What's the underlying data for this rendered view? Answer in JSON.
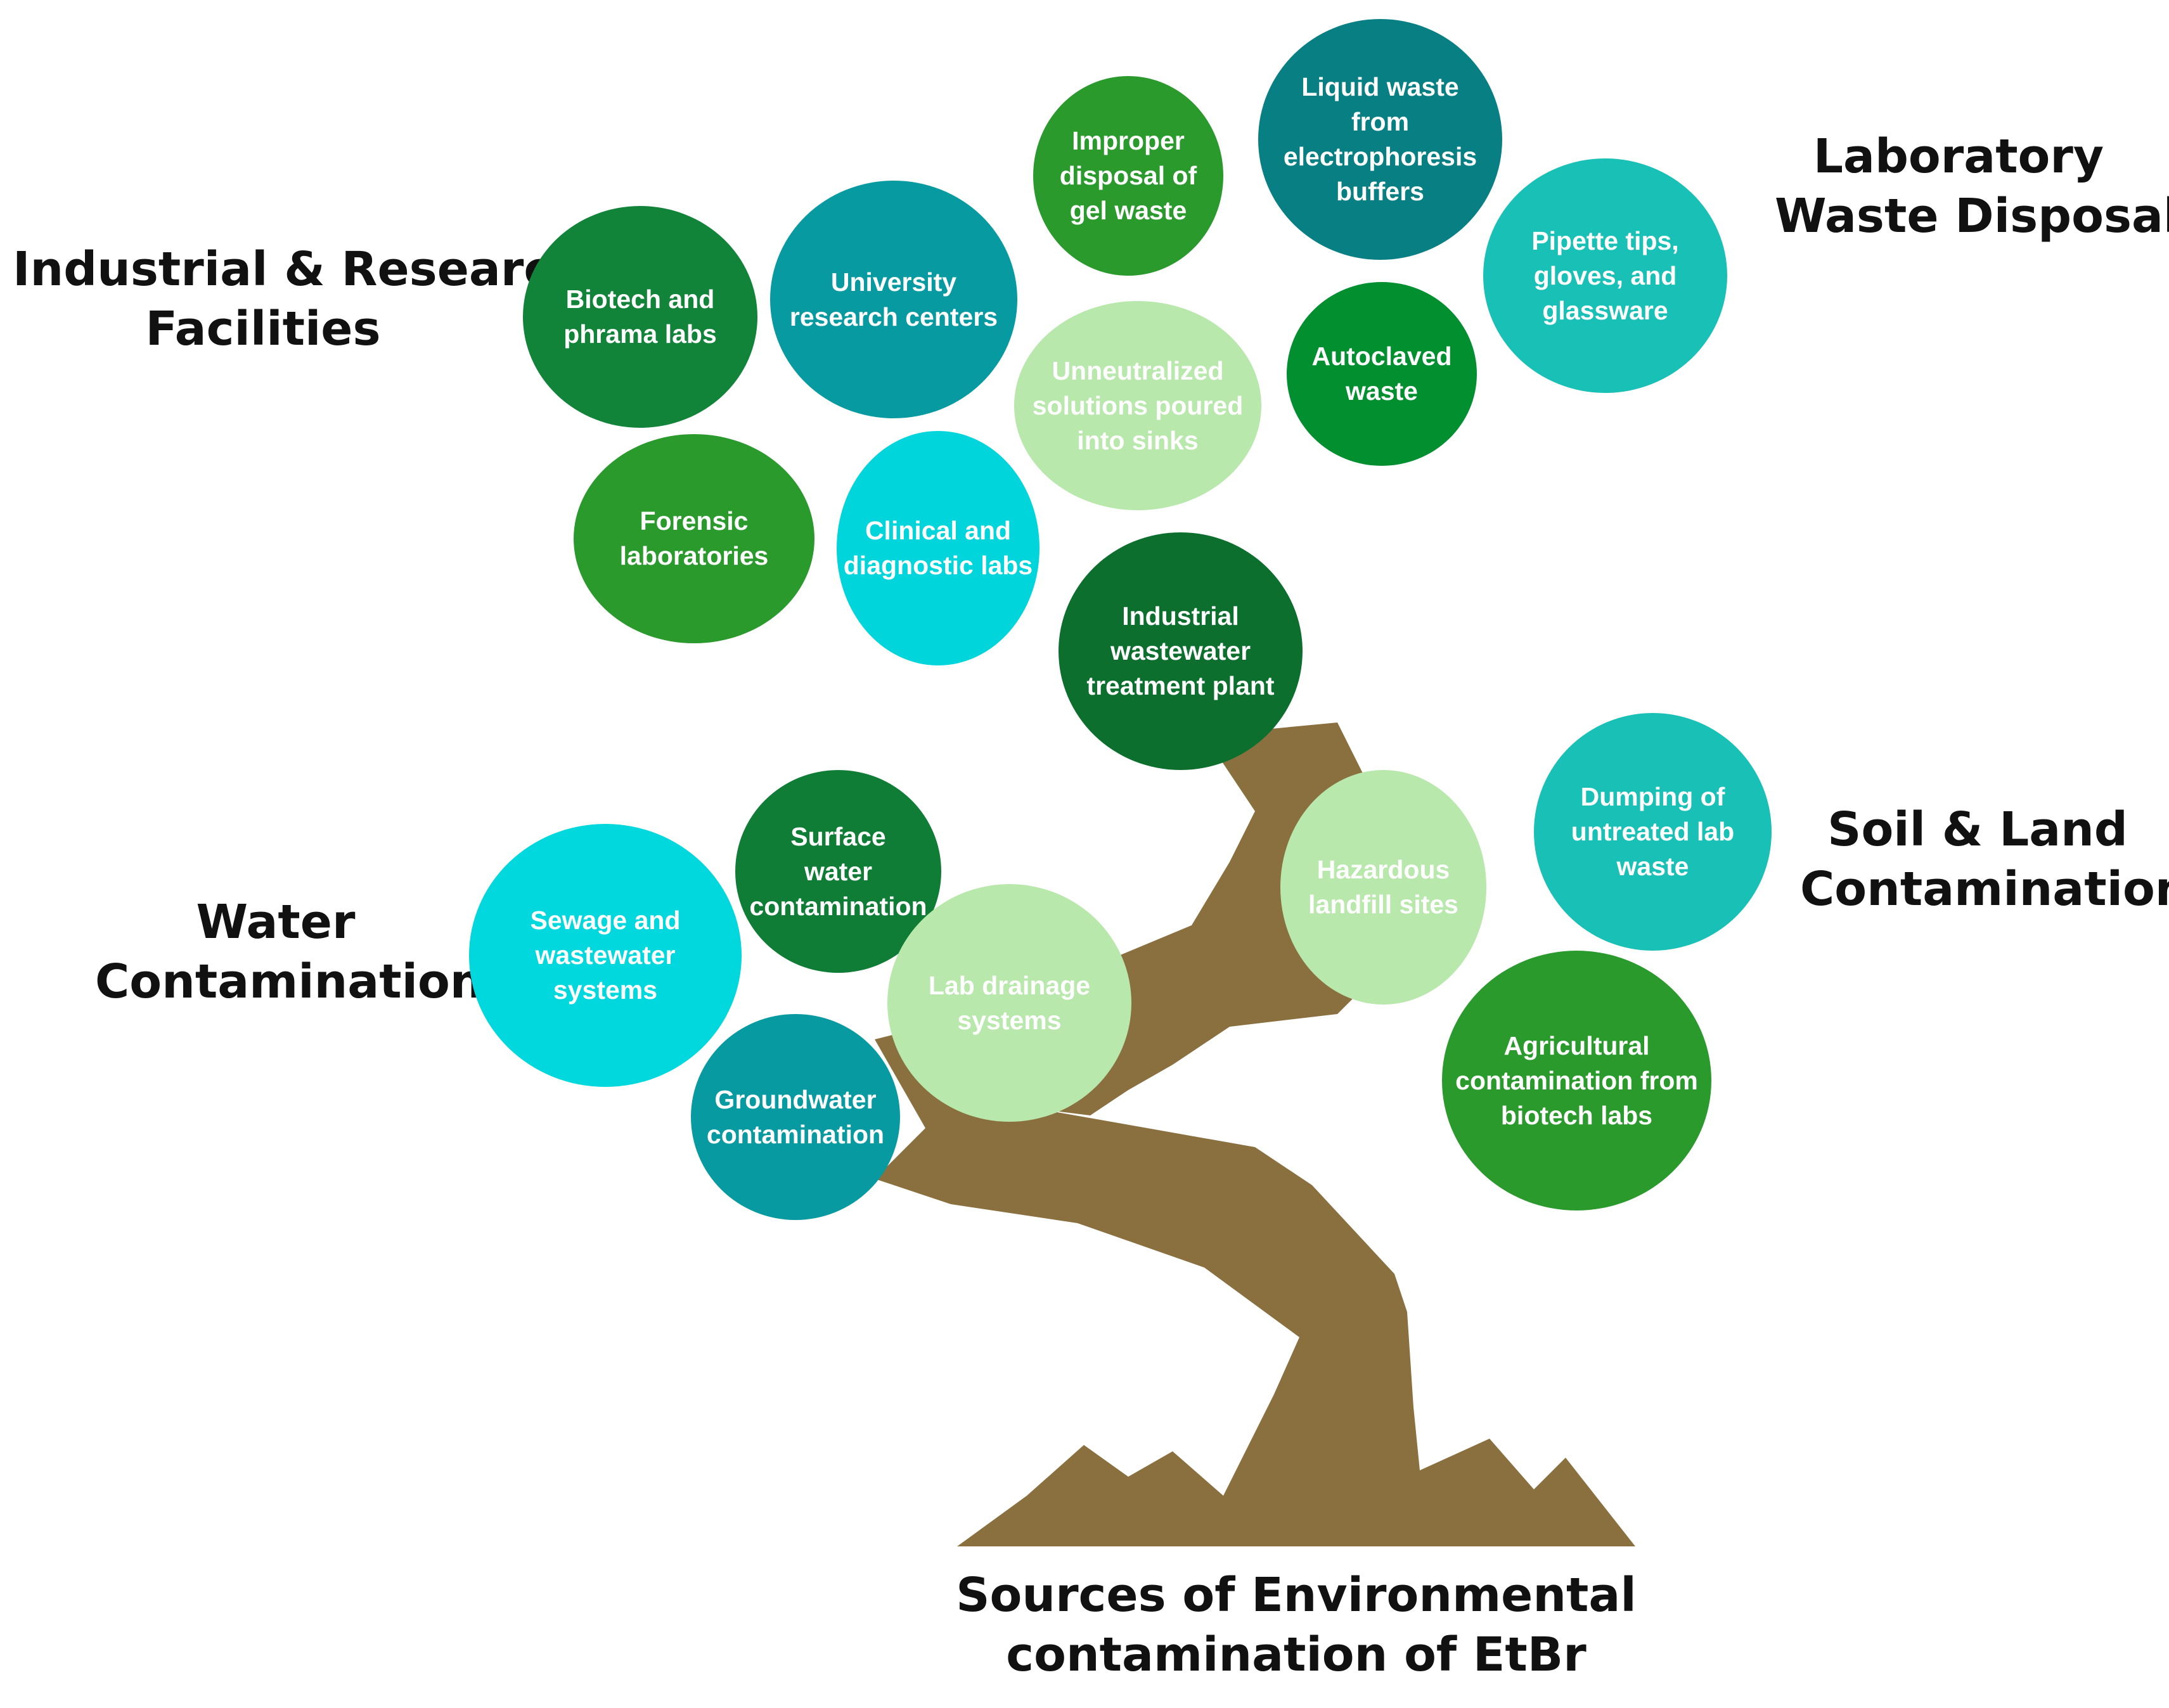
{
  "colors": {
    "trunk": "#8a703f",
    "dark_green": "#0f7d36",
    "green": "#2a9a2c",
    "teal": "#069aa0",
    "dark_teal": "#087f82",
    "light_teal": "#19c0b5",
    "cyan": "#00d8dd",
    "pale_green": "#b8e8ab"
  },
  "title": [
    "Sources of Environmental",
    "contamination of EtBr"
  ],
  "groups": {
    "industrial": [
      "Industrial & Research",
      "Facilities"
    ],
    "laboratory": [
      "Laboratory",
      "Waste Disposal"
    ],
    "water": [
      "Water",
      "Contamination"
    ],
    "soil": [
      "Soil & Land",
      "Contamination"
    ]
  },
  "leaves": [
    {
      "id": "biotech",
      "lines": [
        "Biotech and",
        "phrama labs"
      ],
      "color": "#12843a"
    },
    {
      "id": "university",
      "lines": [
        "University",
        "research centers"
      ],
      "color": "#089aa1"
    },
    {
      "id": "forensic",
      "lines": [
        "Forensic",
        "laboratories"
      ],
      "color": "#2a9a2c"
    },
    {
      "id": "clinical",
      "lines": [
        "Clinical and",
        "diagnostic labs"
      ],
      "color": "#00d5dc"
    },
    {
      "id": "improper",
      "lines": [
        "Improper",
        "disposal of",
        "gel waste"
      ],
      "color": "#2a9a2c"
    },
    {
      "id": "liquid",
      "lines": [
        "Liquid waste",
        "from",
        "electrophoresis",
        "buffers"
      ],
      "color": "#087f82"
    },
    {
      "id": "pipette",
      "lines": [
        "Pipette tips,",
        "gloves, and",
        "glassware"
      ],
      "color": "#19c0b5"
    },
    {
      "id": "unneutralized",
      "lines": [
        "Unneutralized",
        "solutions poured",
        "into sinks"
      ],
      "color": "#b8e8ab"
    },
    {
      "id": "autoclaved",
      "lines": [
        "Autoclaved",
        "waste"
      ],
      "color": "#018f30"
    },
    {
      "id": "industrial_ww",
      "lines": [
        "Industrial",
        "wastewater",
        "treatment plant"
      ],
      "color": "#0c6f2e"
    },
    {
      "id": "surface",
      "lines": [
        "Surface",
        "water",
        "contamination"
      ],
      "color": "#0f7d36"
    },
    {
      "id": "sewage",
      "lines": [
        "Sewage and",
        "wastewater",
        "systems"
      ],
      "color": "#00d8dd"
    },
    {
      "id": "lab_drainage",
      "lines": [
        "Lab drainage",
        "systems"
      ],
      "color": "#b8e8ab"
    },
    {
      "id": "groundwater",
      "lines": [
        "Groundwater",
        "contamination"
      ],
      "color": "#079aa0"
    },
    {
      "id": "hazardous",
      "lines": [
        "Hazardous",
        "landfill sites"
      ],
      "color": "#b8e8ab"
    },
    {
      "id": "dumping",
      "lines": [
        "Dumping of",
        "untreated lab",
        "waste"
      ],
      "color": "#19c0b5"
    },
    {
      "id": "agricultural",
      "lines": [
        "Agricultural",
        "contamination from",
        "biotech labs"
      ],
      "color": "#2a9a2c"
    }
  ]
}
